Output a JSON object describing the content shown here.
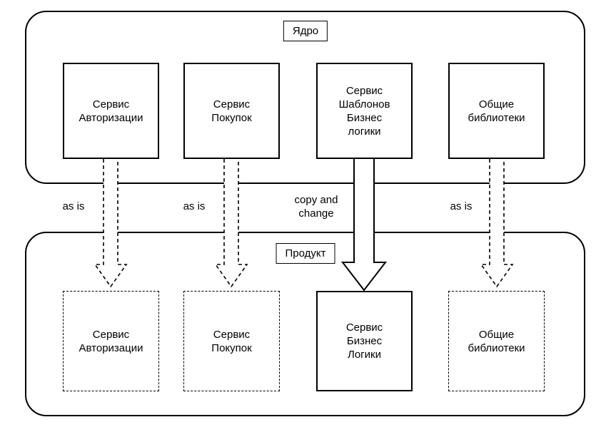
{
  "core": {
    "label": "Ядро",
    "boxes": [
      {
        "label": "Сервис\nАвторизации"
      },
      {
        "label": "Сервис\nПокупок"
      },
      {
        "label": "Сервис\nШаблонов\nБизнес\nлогики"
      },
      {
        "label": "Общие\nбиблиотеки"
      }
    ]
  },
  "product": {
    "label": "Продукт",
    "boxes": [
      {
        "label": "Сервис\nАвторизации"
      },
      {
        "label": "Сервис\nПокупок"
      },
      {
        "label": "Сервис\nБизнес\nЛогики"
      },
      {
        "label": "Общие\nбиблиотеки"
      }
    ]
  },
  "arrows": [
    {
      "label": "as is",
      "style": "dashed"
    },
    {
      "label": "as is",
      "style": "dashed"
    },
    {
      "label": "copy and\nchange",
      "style": "solid"
    },
    {
      "label": "as is",
      "style": "dashed"
    }
  ],
  "colors": {
    "stroke": "#000000",
    "background": "#ffffff"
  }
}
